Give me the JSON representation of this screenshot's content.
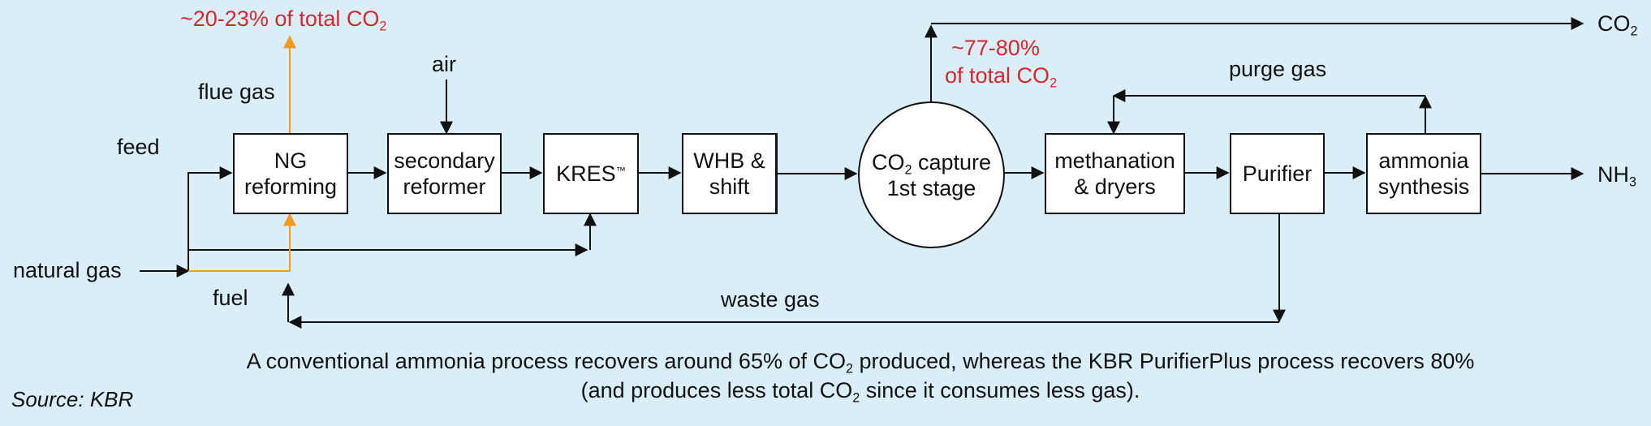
{
  "colors": {
    "background": "#d9eef7",
    "line": "#111111",
    "fuel_line": "#f29a1e",
    "highlight": "#d8262f"
  },
  "labels": {
    "flue_pct": "~20-23% of total CO",
    "flue_pct_sub": "2",
    "flue_gas": "flue gas",
    "air": "air",
    "feed": "feed",
    "natural_gas": "natural gas",
    "fuel": "fuel",
    "capture_pct_1": "~77-80%",
    "capture_pct_2": "of total CO",
    "capture_pct_sub": "2",
    "purge_gas": "purge gas",
    "waste_gas": "waste gas",
    "co2_out": "CO",
    "co2_out_sub": "2",
    "nh3_out": "NH",
    "nh3_out_sub": "3"
  },
  "boxes": {
    "ng_reforming": [
      "NG",
      "reforming"
    ],
    "secondary_reformer": [
      "secondary",
      "reformer"
    ],
    "kres": "KRES",
    "kres_tm": "™",
    "whb": [
      "WHB &",
      "shift"
    ],
    "methanation": [
      "methanation",
      "& dryers"
    ],
    "purifier": "Purifier",
    "ammonia": [
      "ammonia",
      "synthesis"
    ]
  },
  "capture": {
    "line1_a": "CO",
    "line1_sub": "2",
    "line1_b": " capture",
    "line2": "1st stage"
  },
  "caption": {
    "l1_a": "A conventional ammonia process recovers around 65% of CO",
    "l1_sub": "2",
    "l1_b": " produced, whereas the KBR PurifierPlus process recovers 80%",
    "l2_a": "(and produces less total CO",
    "l2_sub": "2",
    "l2_b": " since it consumes less gas)."
  },
  "source": "Source: KBR"
}
